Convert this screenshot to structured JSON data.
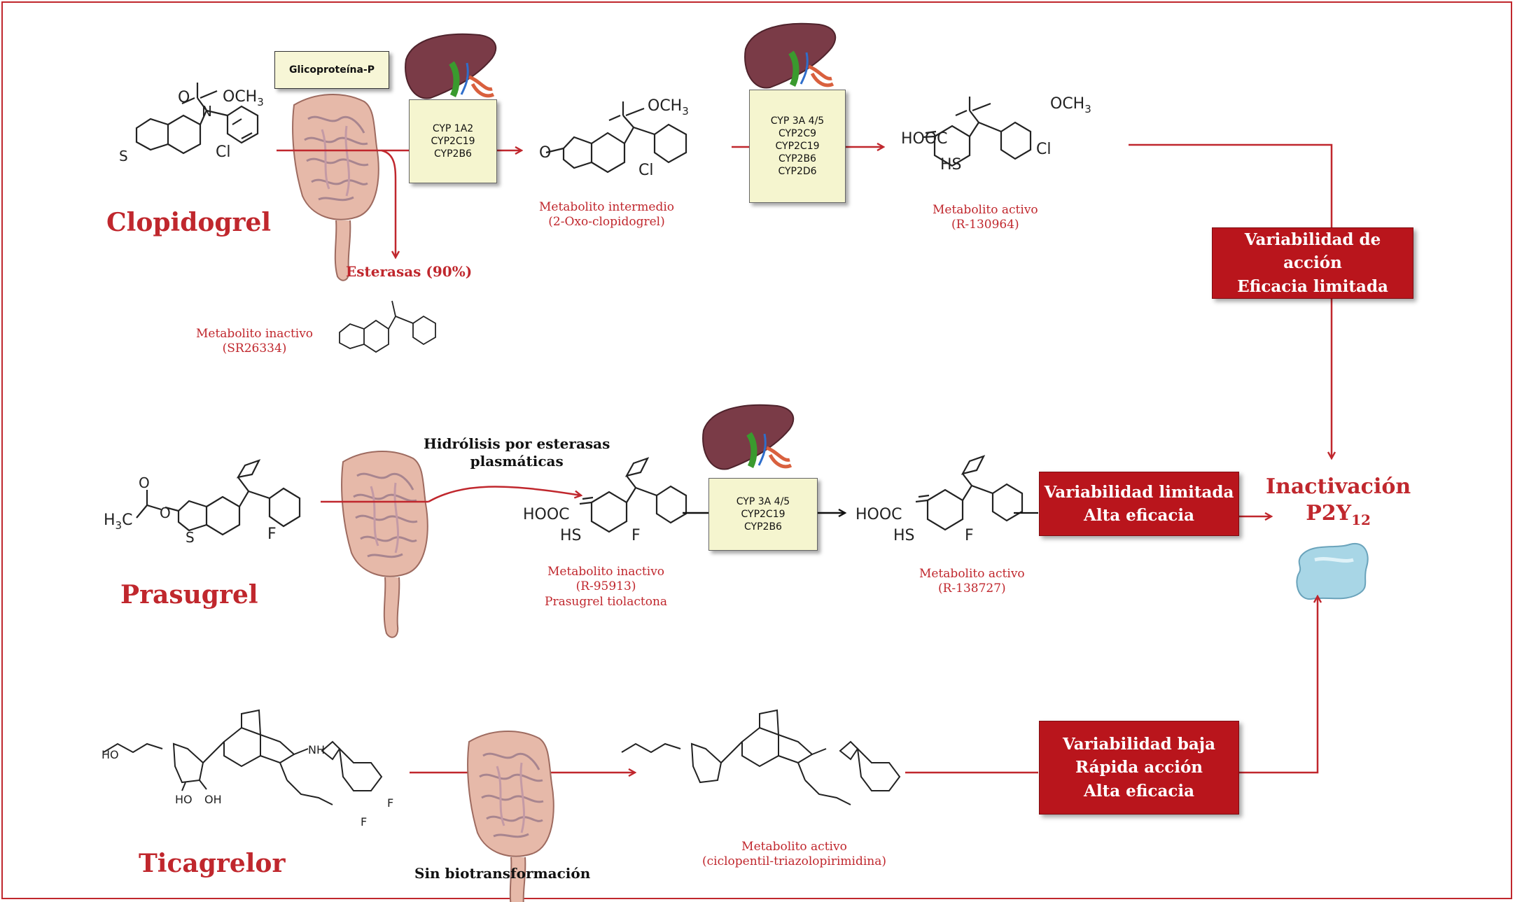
{
  "drugs": {
    "clopidogrel": "Clopidogrel",
    "prasugrel": "Prasugrel",
    "ticagrelor": "Ticagrelor"
  },
  "clopidogrel": {
    "glycoprotein": "Glicoproteína-P",
    "enzymes_1": [
      "CYP 1A2",
      "CYP2C19",
      "CYP2B6"
    ],
    "enzymes_2": [
      "CYP 3A 4/5",
      "CYP2C9",
      "CYP2C19",
      "CYP2B6",
      "CYP2D6"
    ],
    "intermediate": [
      "Metabolito intermedio",
      "(2-Oxo-clopidogrel)"
    ],
    "active": [
      "Metabolito activo",
      "(R-130964)"
    ],
    "esterases": "Esterasas (90%)",
    "inactive": [
      "Metabolito inactivo",
      "(SR26334)"
    ],
    "outcome": [
      "Variabilidad de acción",
      "Eficacia limitada"
    ]
  },
  "prasugrel": {
    "hydrolysis": [
      "Hidrólisis por esterasas",
      "plasmáticas"
    ],
    "enzymes": [
      "CYP 3A 4/5",
      "CYP2C19",
      "CYP2B6"
    ],
    "inactive": [
      "Metabolito inactivo",
      "(R-95913)",
      "Prasugrel tiolactona"
    ],
    "active": [
      "Metabolito activo",
      "(R-138727)"
    ],
    "outcome": [
      "Variabilidad limitada",
      "Alta eficacia"
    ]
  },
  "ticagrelor": {
    "no_transform": "Sin biotransformación",
    "active": [
      "Metabolito activo",
      "(ciclopentil-triazolopirimidina)"
    ],
    "outcome": [
      "Variabilidad baja",
      "Rápida acción",
      "Alta eficacia"
    ]
  },
  "target": {
    "line1": "Inactivación",
    "line2_main": "P2Y",
    "line2_sub": "12"
  },
  "chem": {
    "och3": "OCH",
    "sub3": "3",
    "cl": "Cl",
    "s": "S",
    "o": "O",
    "hooc": "HOOC",
    "hs": "HS",
    "f": "F",
    "oh": "OH",
    "h3c_h": "H",
    "h3c_c": "C",
    "ho": "HO",
    "nh": "NH",
    "n": "N"
  },
  "colors": {
    "accent": "#c0272d",
    "box": "#b9151c",
    "enzyme": "#f5f5cf",
    "liver": "#7a3b47"
  }
}
